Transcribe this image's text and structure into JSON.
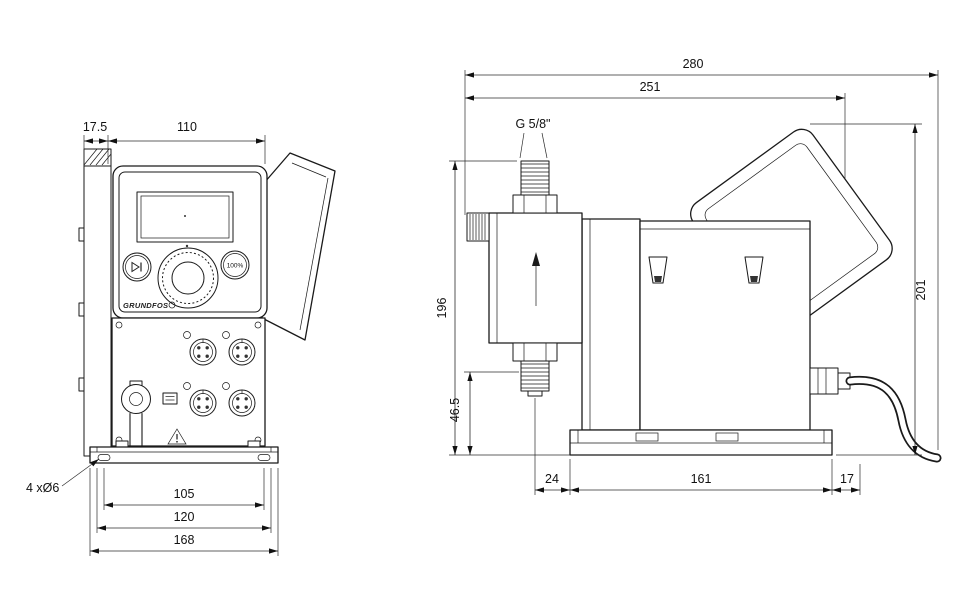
{
  "front_view": {
    "dims": {
      "plate_offset": "17.5",
      "panel_width": "110",
      "hole_spacing": "105",
      "plate_width": "120",
      "overall_width": "168",
      "holes_note": "4 xØ6"
    },
    "panel": {
      "capacity_button": "100%",
      "brand": "GRUNDFOS"
    }
  },
  "side_view": {
    "dims": {
      "overall_length": "280",
      "length_to_cube": "251",
      "thread": "G 5/8\"",
      "height_total": "196",
      "valve_height": "46.5",
      "height_rear": "201",
      "front_overhang": "24",
      "base_length": "161",
      "rear_overhang": "17"
    }
  }
}
